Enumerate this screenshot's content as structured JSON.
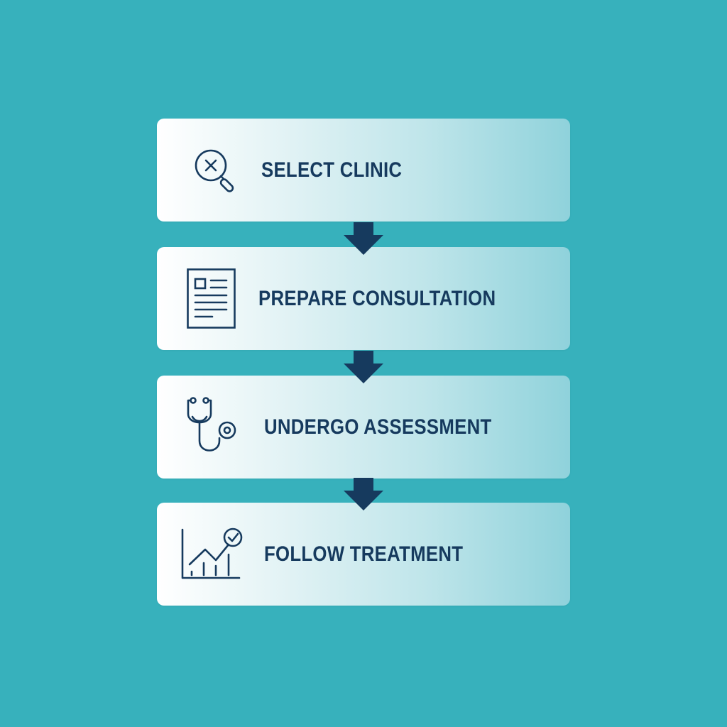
{
  "colors": {
    "background": "#37b1bc",
    "text": "#163a5e",
    "icon": "#163a5e",
    "arrow": "#163a5e",
    "card_start": "#ffffff",
    "card_end": "#8fd2db"
  },
  "flow": {
    "steps": [
      {
        "label": "SELECT CLINIC",
        "icon": "search-x-icon"
      },
      {
        "label": "PREPARE CONSULTATION",
        "icon": "document-icon"
      },
      {
        "label": "UNDERGO ASSESSMENT",
        "icon": "stethoscope-icon"
      },
      {
        "label": "FOLLOW TREATMENT",
        "icon": "chart-check-icon"
      }
    ],
    "connectors": [
      {
        "icon": "arrow-down-icon"
      },
      {
        "icon": "arrow-down-icon"
      },
      {
        "icon": "arrow-down-icon"
      }
    ]
  }
}
